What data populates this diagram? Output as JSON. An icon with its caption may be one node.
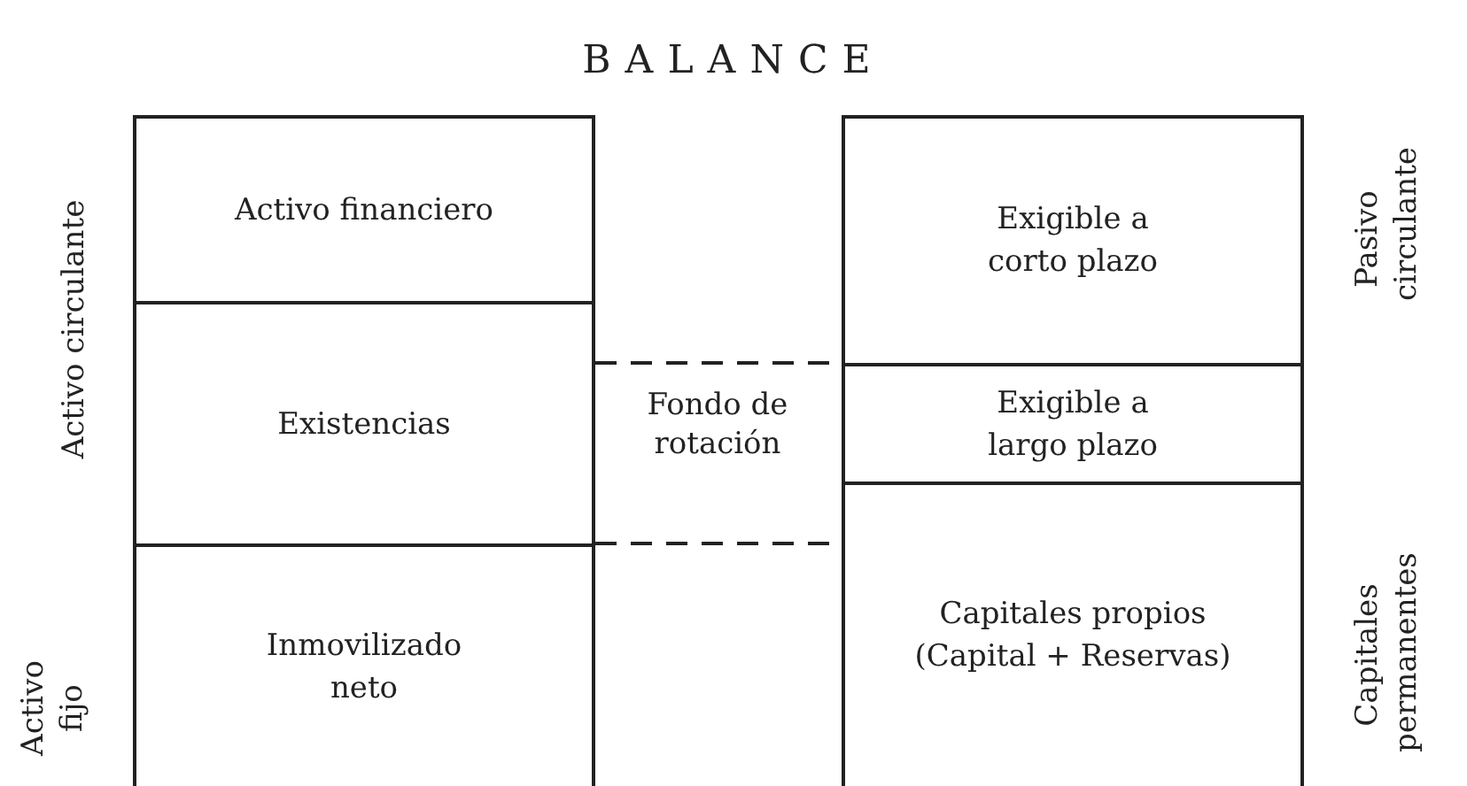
{
  "diagram": {
    "title": "BALANCE",
    "nodes": [
      {
        "text": [
          "Activo financiero"
        ]
      },
      {
        "text": [
          "Existencias"
        ]
      },
      {
        "text": [
          "Inmovilizado neto"
        ]
      },
      {
        "text": [
          "Exigible a corto plazo"
        ]
      },
      {
        "text": [
          "Exigible a largo plazo"
        ]
      },
      {
        "text": [
          "Capitales propios (Capital + Reservas)"
        ]
      }
    ],
    "labels": [
      "Activo circulante",
      "Activo fijo",
      "Fondo de rotación",
      "Pasivo circulante",
      "Capitales permanentes"
    ]
  }
}
